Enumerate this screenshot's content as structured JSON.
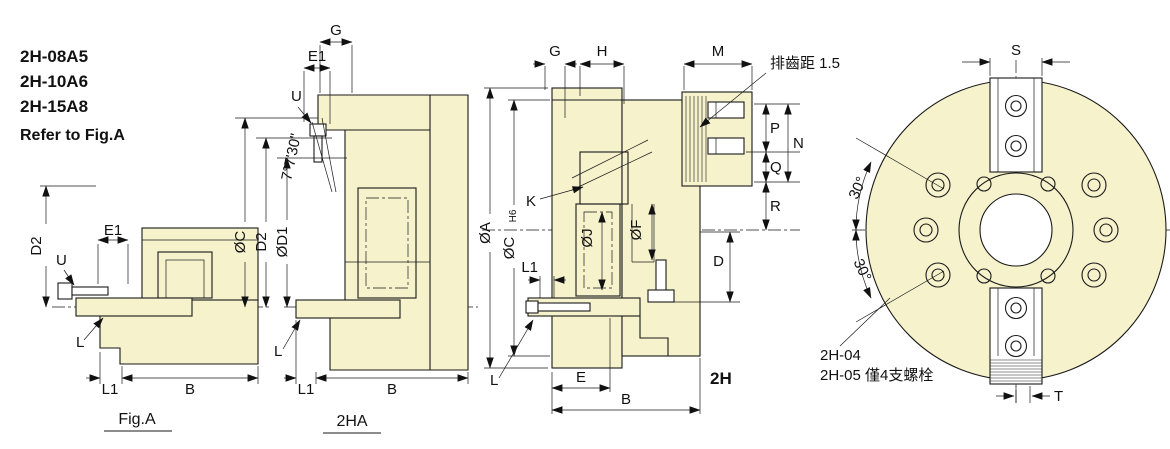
{
  "header": {
    "models": [
      "2H-08A5",
      "2H-10A6",
      "2H-15A8"
    ],
    "note": "Refer to Fig.A"
  },
  "figA": {
    "caption": "Fig.A",
    "dims": {
      "d2": "D2",
      "e1": "E1",
      "u": "U",
      "l": "L",
      "l1": "L1",
      "b": "B"
    }
  },
  "figHA": {
    "caption": "2HA",
    "dims": {
      "g": "G",
      "e1": "E1",
      "u": "U",
      "angle": "7°7'30\"",
      "c": "ØC",
      "d2": "D2",
      "d1": "ØD1",
      "l": "L",
      "l1": "L1",
      "b": "B"
    }
  },
  "fig2H": {
    "caption": "2H",
    "dims": {
      "g": "G",
      "h": "H",
      "m": "M",
      "pitch": "排齒距 1.5",
      "p": "P",
      "q": "Q",
      "n": "N",
      "r": "R",
      "k": "K",
      "j": "ØJ",
      "f": "ØF",
      "a": "ØA",
      "c": "ØC",
      "c_tol": "H6",
      "l1": "L1",
      "d": "D",
      "l": "L",
      "e": "E",
      "b": "B"
    }
  },
  "face": {
    "dims": {
      "s": "S",
      "angle_upper": "30°",
      "angle_lower": "30°",
      "t": "T"
    },
    "notes": [
      "2H-04",
      "2H-05 僅4支螺栓"
    ]
  },
  "colors": {
    "body_fill": "#f6f2cc",
    "line": "#1a1a1a"
  }
}
